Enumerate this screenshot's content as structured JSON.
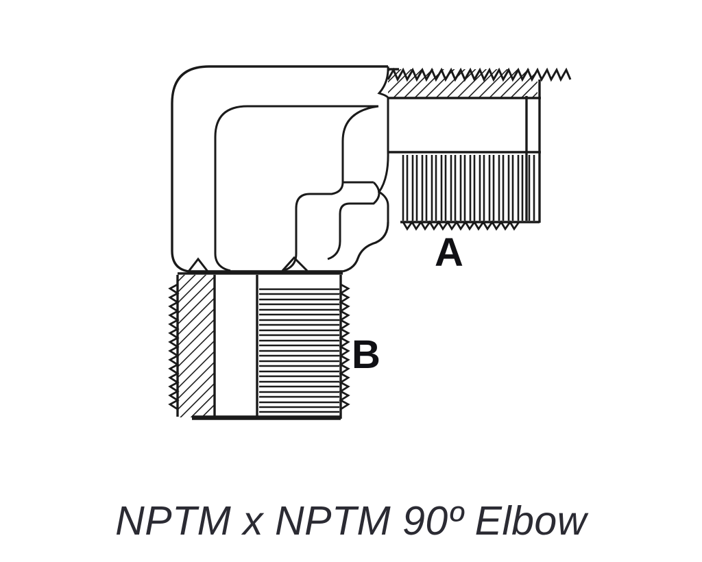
{
  "page": {
    "background_color": "#ffffff",
    "line_color": "#1a1a1a",
    "caption": "NPTM x NPTM 90º Elbow"
  },
  "diagram": {
    "name": "nptm-x-nptm-90-degree-elbow",
    "type": "technical-line-drawing",
    "description": "Cross-section style line drawing of a 90 degree pipe elbow fitting with two male NPT threaded ports",
    "ports": [
      {
        "id": "A",
        "label": "A",
        "orientation": "horizontal",
        "thread_type": "NPTM",
        "label_color": "#101014"
      },
      {
        "id": "B",
        "label": "B",
        "orientation": "vertical",
        "thread_type": "NPTM",
        "label_color": "#101014"
      }
    ],
    "angle": "90º",
    "end_a_connection": "NPTM",
    "end_b_connection": "NPTM"
  }
}
